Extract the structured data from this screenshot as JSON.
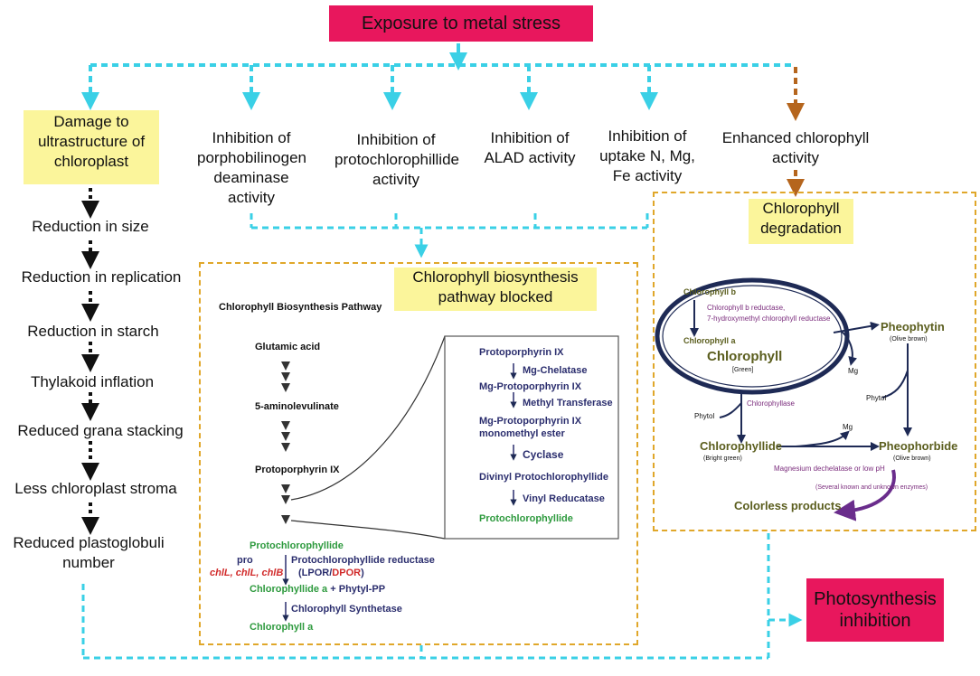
{
  "top": {
    "title": "Exposure to metal stress"
  },
  "branches": {
    "damage": "Damage to ultrastructure of chloroplast",
    "porph": "Inhibition of porphobilinogen deaminase activity",
    "proto": "Inhibition of protochlorophillide activity",
    "alad": "Inhibition of ALAD activity",
    "uptake": "Inhibition of uptake N, Mg, Fe activity",
    "enhanced": "Enhanced chlorophyll activity"
  },
  "damage_effects": [
    "Reduction in size",
    "Reduction in replication",
    "Reduction in starch",
    "Thylakoid inflation",
    "Reduced grana stacking",
    "Less chloroplast stroma",
    "Reduced plastoglobuli number"
  ],
  "biosynthesis": {
    "label": "Chlorophyll biosynthesis pathway blocked",
    "pathway_title": "Chlorophyll Biosynthesis Pathway",
    "steps": [
      "Glutamic acid",
      "5-aminolevulinate",
      "Protoporphyrin IX"
    ],
    "inset": {
      "s1": "Protoporphyrin IX",
      "e1": "Mg-Chelatase",
      "s2": "Mg-Protoporphyrin IX",
      "e2": "Methyl Transferase",
      "s3a": "Mg-Protoporphyrin IX",
      "s3b": "monomethyl ester",
      "e3": "Cyclase",
      "s4": "Divinyl Protochlorophyllide",
      "e4": "Vinyl Reducatase",
      "s5": "Protochlorophyllide"
    },
    "lower": {
      "pchlide": "Protochlorophyllide",
      "pro": "pro",
      "genes": "chlL, chlL, chlB",
      "enzyme": "Protochlorophyllide reductase",
      "lpor": "LPOR",
      "slash": "/",
      "dpor": "DPOR",
      "chlide_a": "Chlorophyllide a",
      "phytyl": "+ Phytyl-PP",
      "synthetase": "Chlorophyll Synthetase",
      "chl_a": "Chlorophyll a"
    }
  },
  "degradation": {
    "label": "Chlorophyll degradation",
    "chl_b": "Chlorophyll b",
    "reductase1": "Chlorophyll b reductase,",
    "reductase2": "7-hydroxymethyl chlorophyll reductase",
    "chl_a": "Chlorophyll a",
    "chlorophyll": "Chlorophyll",
    "green": "[Green]",
    "pheophytin": "Pheophytin",
    "olive1": "(Olive brown)",
    "mg1": "Mg",
    "phytol1": "Phytol",
    "chlorophyllase": "Chlorophyllase",
    "phytol2": "Phytol",
    "mg2": "Mg",
    "chlorophyllide": "Chlorophyllide",
    "bright_green": "(Bright green)",
    "pheophorbide": "Pheophorbide",
    "olive2": "(Olive brown)",
    "dechelatase": "Magnesium dechelatase or low pH",
    "enzymes": "(Several known and unknown enzymes)",
    "colorless": "Colorless products"
  },
  "outcome": {
    "label": "Photosynthesis inhibition"
  },
  "colors": {
    "cyan": "#3ad0e6",
    "pink": "#e8175d",
    "yellow": "#fbf59b",
    "brown": "#b5651d",
    "orange_box": "#e0a72a"
  }
}
